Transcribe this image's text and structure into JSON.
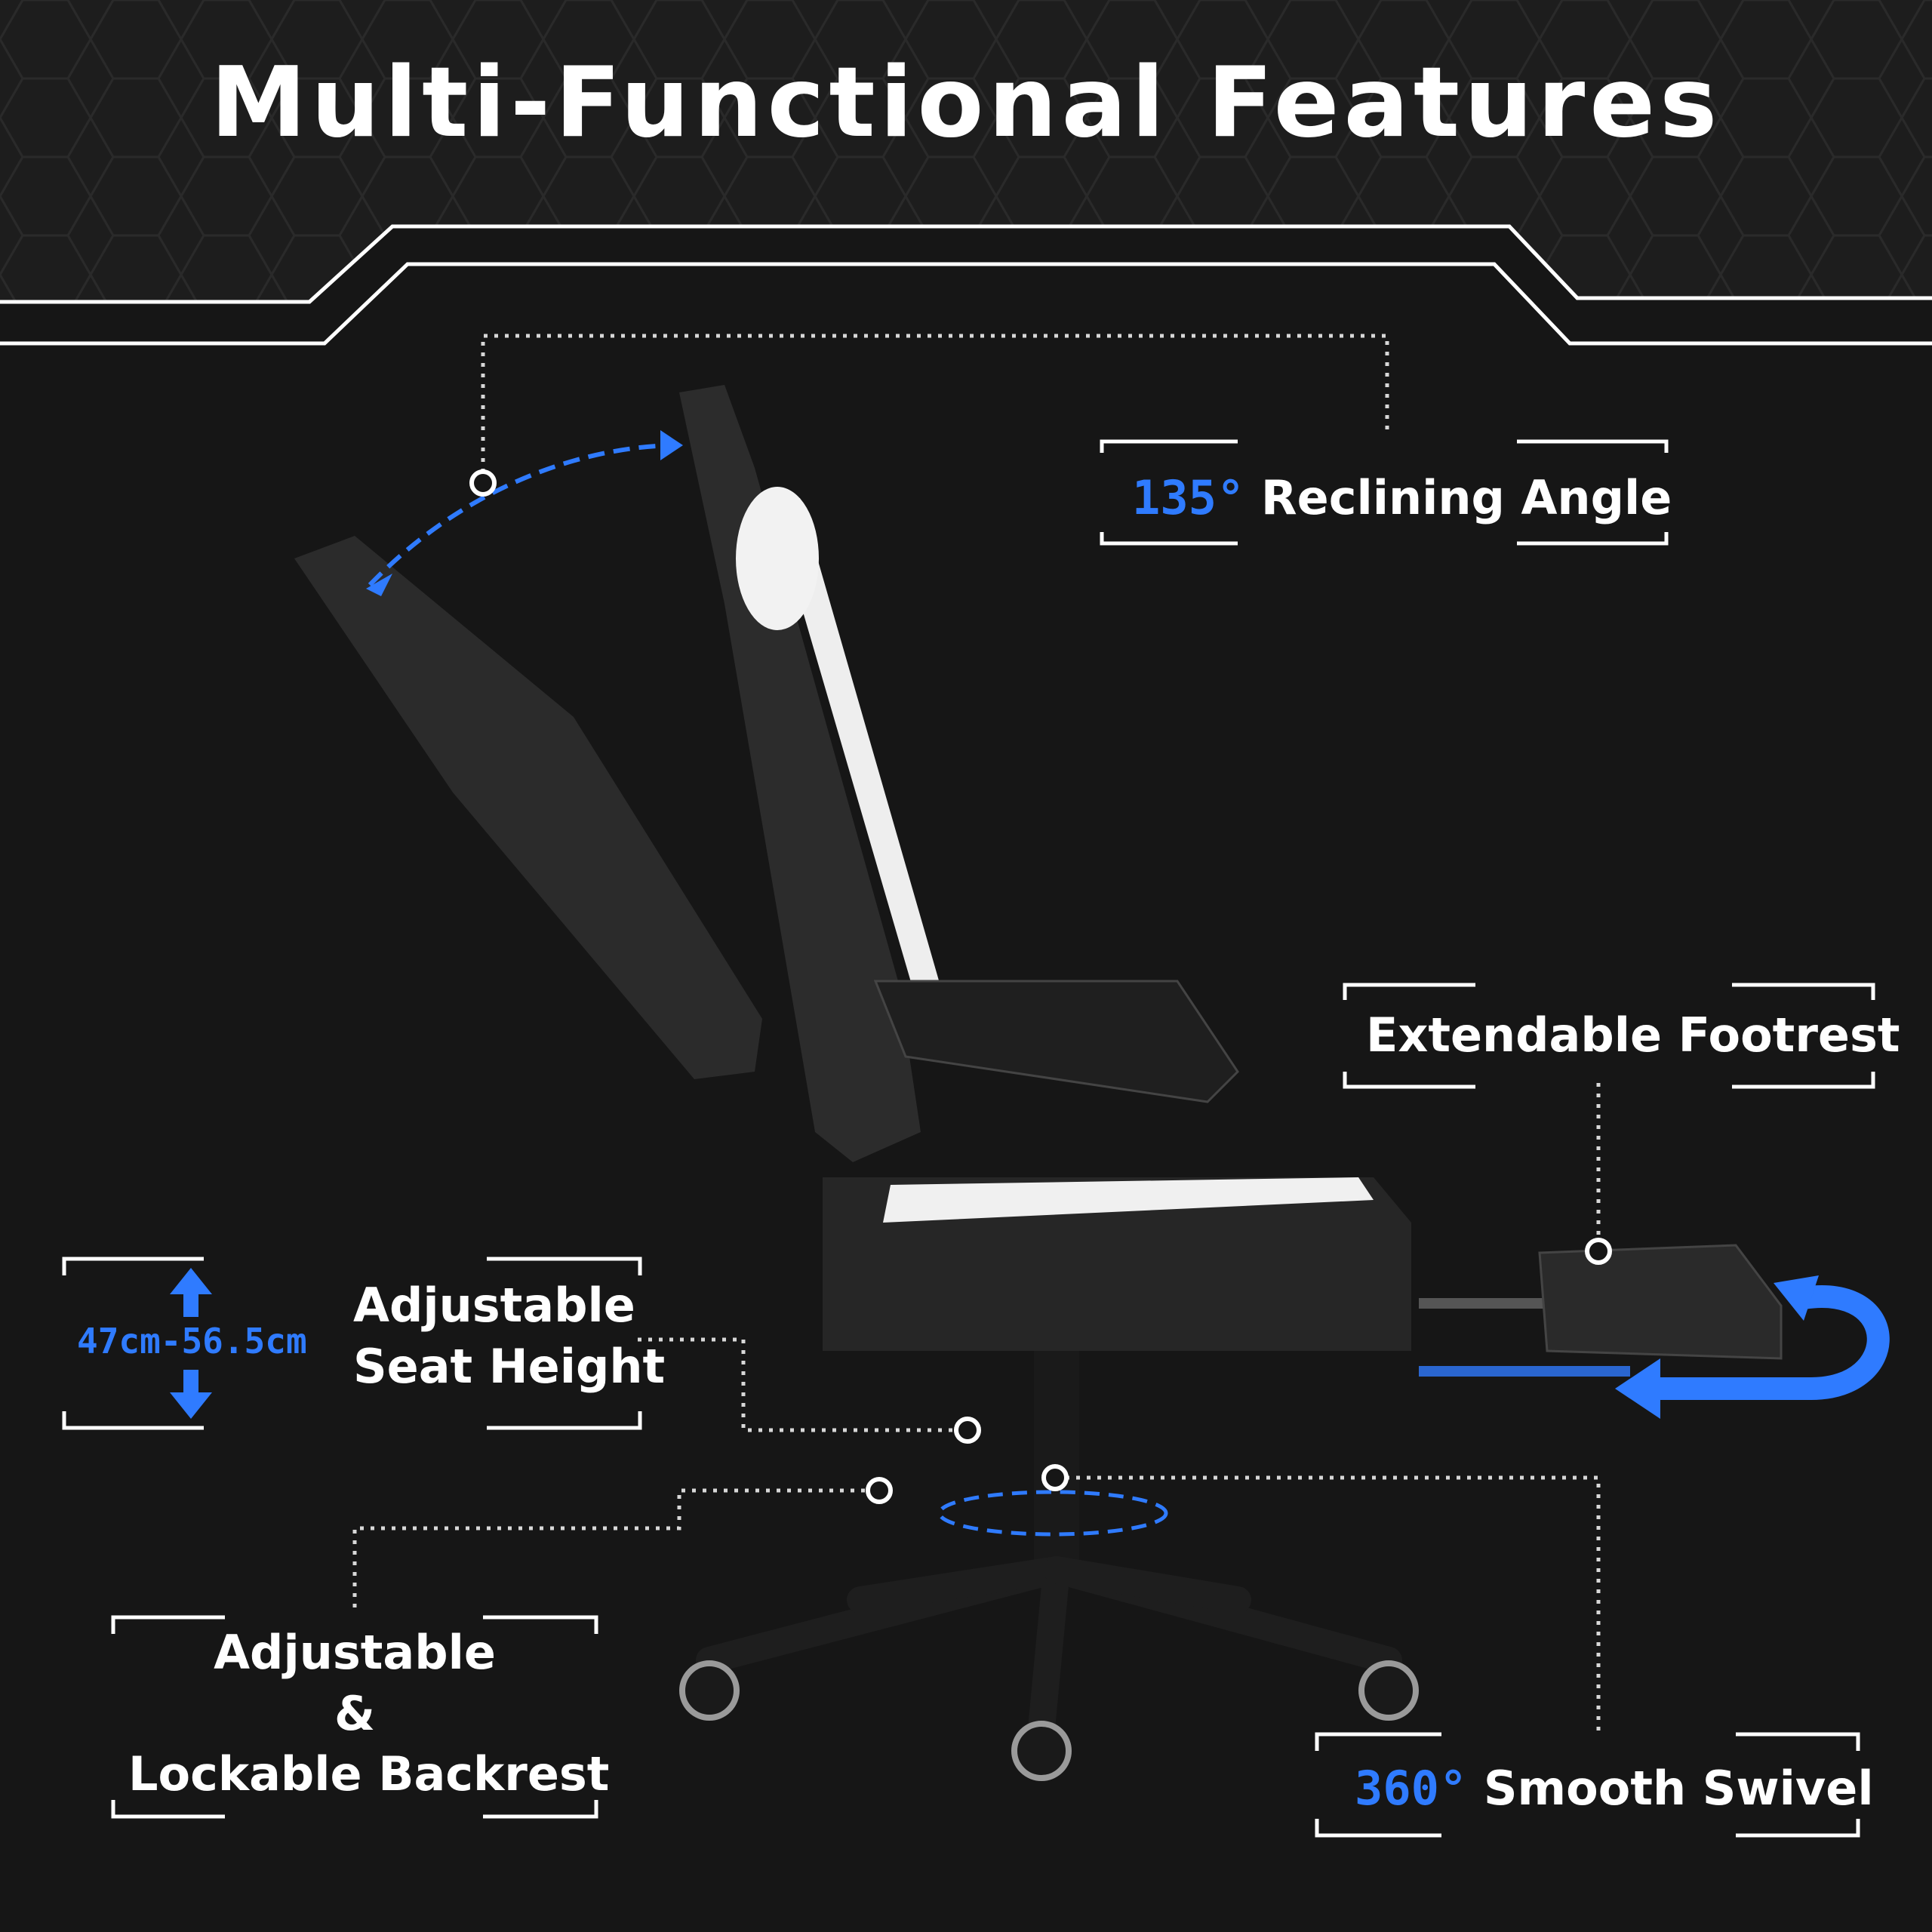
{
  "title": "Multi-Functional Features",
  "features": {
    "recline": {
      "value": "135°",
      "label": "Reclining Angle"
    },
    "footrest": {
      "label": "Extendable Footrest"
    },
    "seat_height": {
      "range": "47cm-56.5cm",
      "line1": "Adjustable",
      "line2": "Seat Height"
    },
    "backrest": {
      "line1": "Adjustable",
      "line2": "&",
      "line3": "Lockable Backrest"
    },
    "swivel": {
      "value": "360°",
      "label": "Smooth Swivel"
    }
  },
  "colors": {
    "accent": "#2f7bff",
    "background": "#161616",
    "text": "#ffffff"
  }
}
